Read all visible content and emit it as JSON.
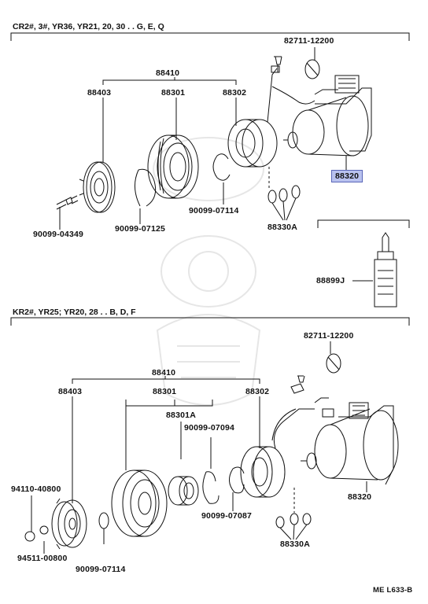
{
  "sections": [
    {
      "title": "CR2#, 3#, YR36, YR21, 20, 30 . . G, E, Q",
      "labels": {
        "p82711": "82711-12200",
        "p88410": "88410",
        "p88403": "88403",
        "p88301": "88301",
        "p88302": "88302",
        "p88320": "88320",
        "p90099_07114": "90099-07114",
        "p90099_07125": "90099-07125",
        "p90099_04349": "90099-04349",
        "p88330A": "88330A",
        "p88899J": "88899J"
      }
    },
    {
      "title": "KR2#, YR25; YR20, 28 . . B, D, F",
      "labels": {
        "p82711": "82711-12200",
        "p88410": "88410",
        "p88403": "88403",
        "p88301": "88301",
        "p88302": "88302",
        "p88301A": "88301A",
        "p90099_07094": "90099-07094",
        "p94110": "94110-40800",
        "p94511": "94511-00800",
        "p90099_07114": "90099-07114",
        "p90099_07087": "90099-07087",
        "p88320": "88320",
        "p88330A": "88330A"
      }
    }
  ],
  "footer_code": "ME L633-B",
  "highlight_color": "#b9c2ef"
}
